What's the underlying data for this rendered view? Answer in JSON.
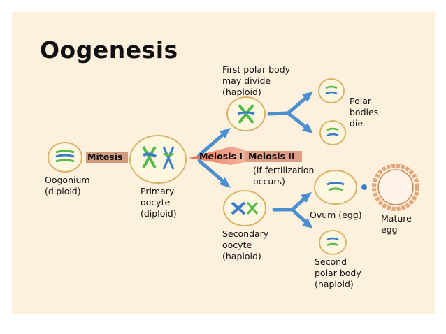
{
  "title": "Oogenesis",
  "labels": {
    "oogonium": [
      "Oogonium",
      "(diploid)"
    ],
    "primary_oocyte": [
      "Primary",
      "oocyte",
      "(diploid)"
    ],
    "first_polar_body": [
      "First polar body",
      "may divide",
      "(haploid)"
    ],
    "polar_bodies_die": [
      "Polar",
      "bodies",
      "die"
    ],
    "secondary_oocyte": [
      "Secondary",
      "oocyte",
      "(haploid)"
    ],
    "fertilization_note": [
      "(if fertilization",
      "occurs)"
    ],
    "ovum": "Ovum (egg)",
    "mature_egg": [
      "Mature",
      "egg"
    ],
    "second_polar_body": [
      "Second",
      "polar body",
      "(haploid)"
    ]
  },
  "process_labels": {
    "mitosis": "Mitosis",
    "meiosis_1": "Meiosis I",
    "meiosis_2": "Meiosis II"
  },
  "colors": {
    "background": "#fdf0dc",
    "cell_fill": "#fff6df",
    "cell_border": "#d9b36a",
    "arrow_blue": "#4a8fd0",
    "chromosome_green": "#55b84a",
    "chromosome_blue": "#3a7cc7",
    "mitosis_highlight": "#c98c6e",
    "meiosis_highlight": "#e8674e",
    "mature_egg_fill": "#fdeee0",
    "mature_egg_border": "#e0a77a"
  }
}
